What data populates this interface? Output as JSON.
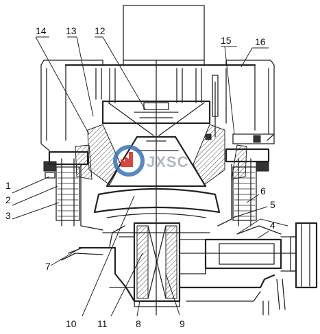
{
  "watermark": {
    "text": "JXSC",
    "colors": {
      "ring": "#3b73b9",
      "red": "#d2332a"
    }
  },
  "callouts": [
    {
      "label": "1"
    },
    {
      "label": "2"
    },
    {
      "label": "3"
    },
    {
      "label": "4"
    },
    {
      "label": "5"
    },
    {
      "label": "6"
    },
    {
      "label": "7"
    },
    {
      "label": "8"
    },
    {
      "label": "9"
    },
    {
      "label": "10"
    },
    {
      "label": "11"
    },
    {
      "label": "12"
    },
    {
      "label": "13"
    },
    {
      "label": "14"
    },
    {
      "label": "15"
    },
    {
      "label": "16"
    }
  ]
}
